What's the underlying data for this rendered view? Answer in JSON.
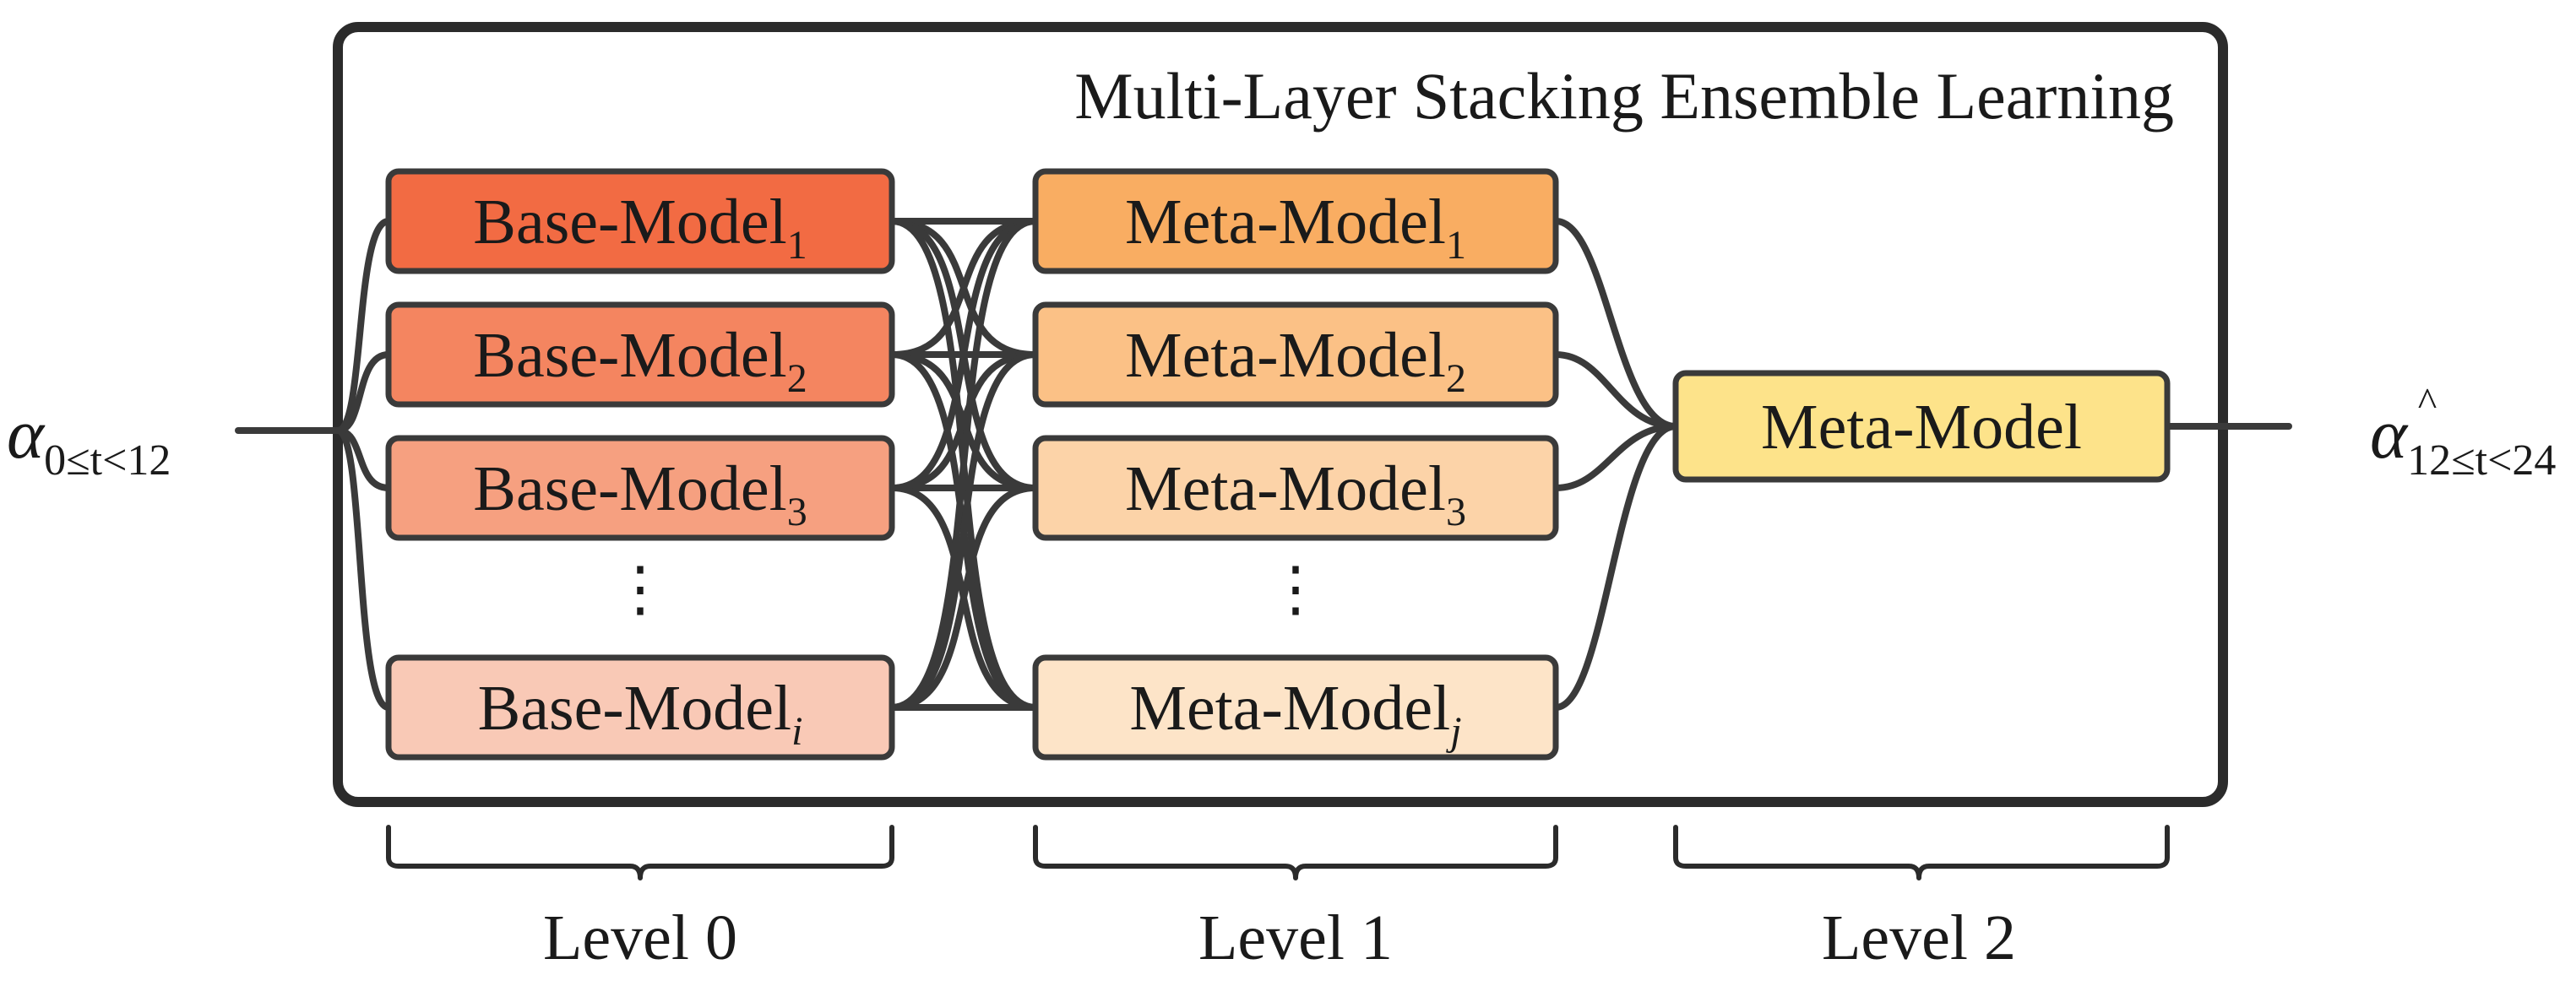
{
  "title": "Multi-Layer Stacking Ensemble Learning",
  "input": {
    "symbol": "α",
    "subscript": "0≤t<12"
  },
  "output": {
    "symbol": "α",
    "hat": "^",
    "subscript": "12≤t<24"
  },
  "base_models": {
    "prefix": "Base-Model",
    "items": [
      {
        "sub": "1",
        "color": "#f26b43"
      },
      {
        "sub": "2",
        "color": "#f48560"
      },
      {
        "sub": "3",
        "color": "#f6a080"
      },
      {
        "sub": "i",
        "color": "#f9c9b6"
      }
    ]
  },
  "meta_models": {
    "prefix": "Meta-Model",
    "items": [
      {
        "sub": "1",
        "color": "#f9ad62"
      },
      {
        "sub": "2",
        "color": "#fbc186"
      },
      {
        "sub": "3",
        "color": "#fcd3a8"
      },
      {
        "sub": "j",
        "color": "#fde4c8"
      }
    ]
  },
  "final_model": {
    "label": "Meta-Model",
    "color": "#fde38a"
  },
  "ellipsis": "⋮",
  "levels": [
    "Level 0",
    "Level 1",
    "Level 2"
  ],
  "colors": {
    "stroke": "#3a3a3a",
    "frame": "#2b2b2b"
  }
}
